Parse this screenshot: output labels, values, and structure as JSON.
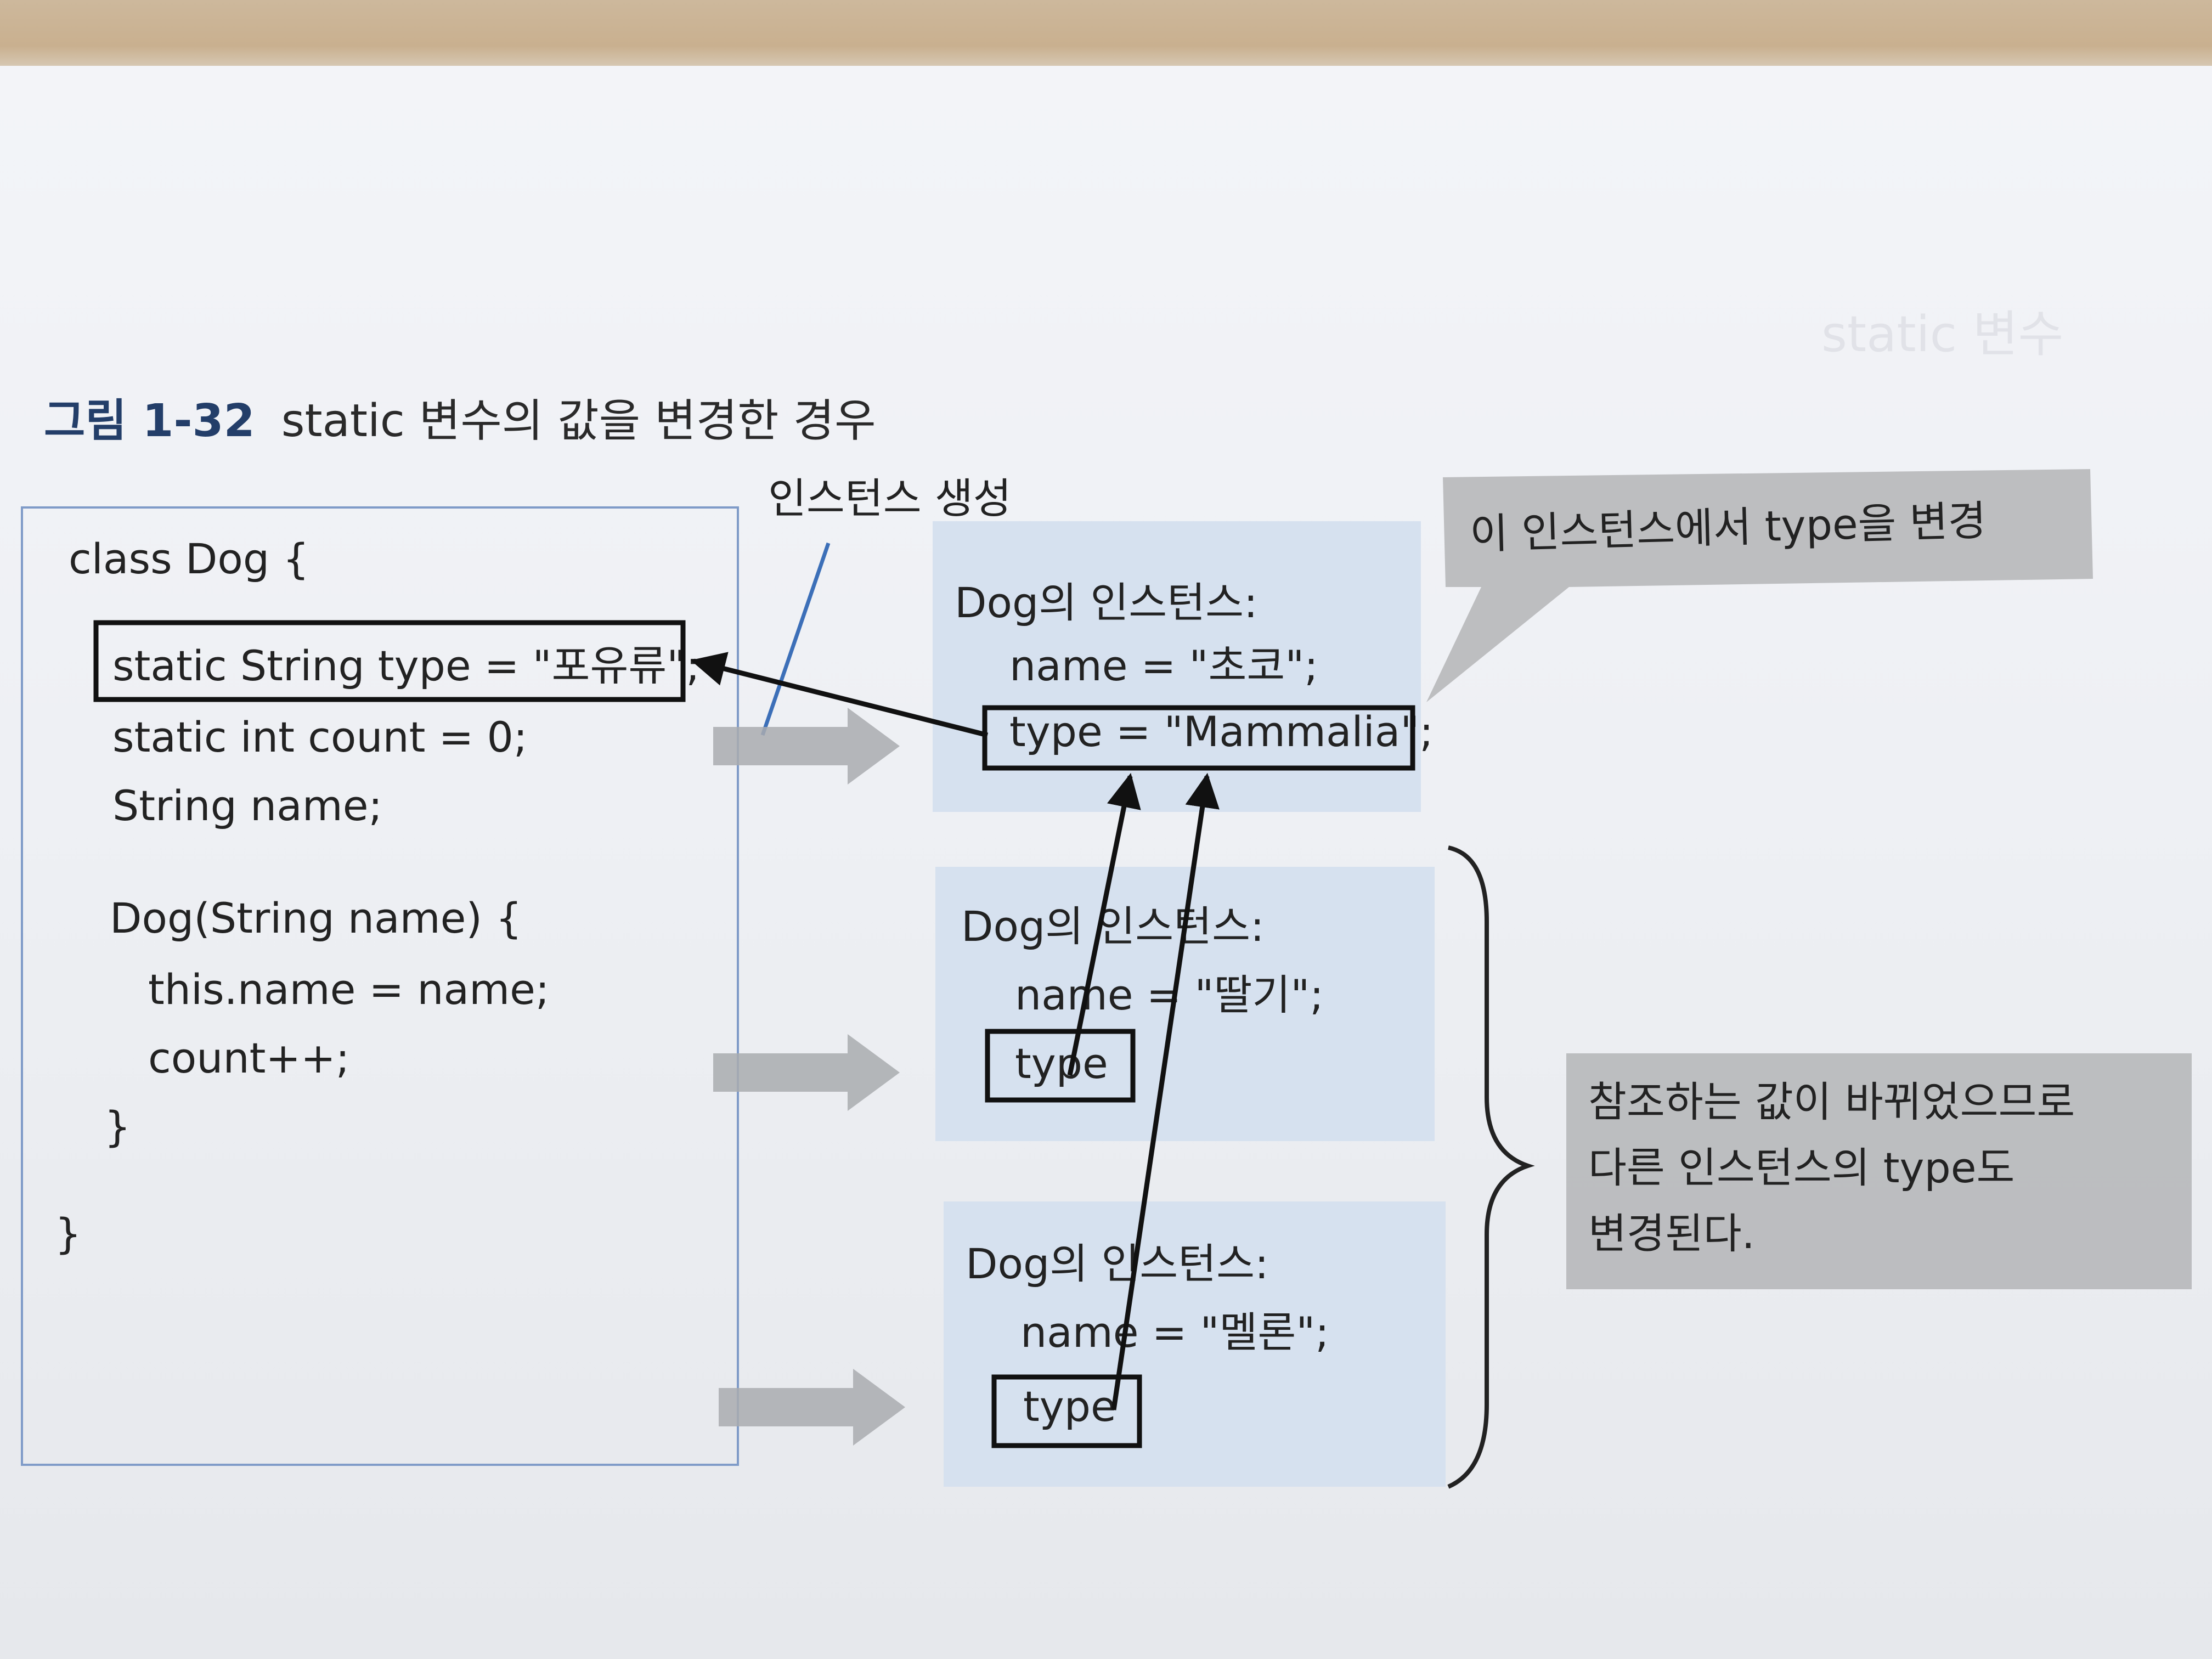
{
  "figure": {
    "number": "그림 1-32",
    "caption": "static 변수의 값을 변경한 경우"
  },
  "class_box": {
    "lines": [
      "class Dog {",
      "static String type = \"포유류\";",
      "static int count = 0;",
      "String name;",
      "Dog(String name) {",
      "this.name = name;",
      "count++;",
      "}",
      "}"
    ]
  },
  "label_instance_creation": "인스턴스 생성",
  "instances": [
    {
      "title": "Dog의 인스턴스:",
      "name_line": "name = \"초코\";",
      "type_line": "type = \"Mammalia\";"
    },
    {
      "title": "Dog의 인스턴스:",
      "name_line": "name = \"딸기\";",
      "type_line": "type"
    },
    {
      "title": "Dog의 인스턴스:",
      "name_line": "name = \"멜론\";",
      "type_line": "type"
    }
  ],
  "callout_top": "이 인스턴스에서 type을 변경",
  "callout_bottom": [
    "참조하는 값이 바뀌었으므로",
    "다른 인스턴스의 type도",
    "변경된다."
  ],
  "colors": {
    "figure_number": "#233e69",
    "class_box_border": "#7f9bc8",
    "instance_fill": "#d6e1ef",
    "callout_fill": "#b7b8ba",
    "arrow_gray": "#a9abaf",
    "line_blue": "#3c6fb8"
  }
}
